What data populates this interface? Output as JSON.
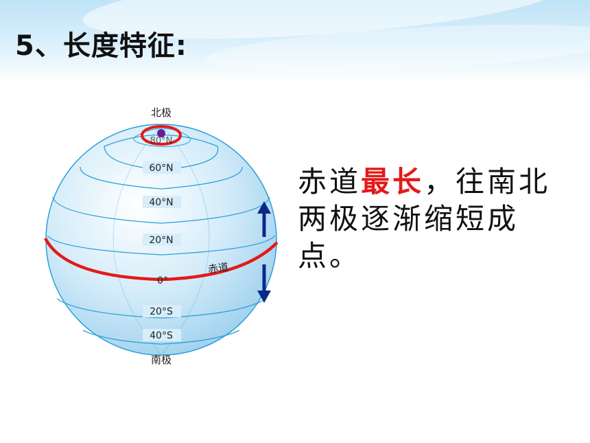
{
  "header": {
    "title": "5、长度特征:"
  },
  "globe": {
    "north_pole_label": "北极",
    "south_pole_label": "南极",
    "equator_label": "赤道",
    "latitudes": {
      "lat_80n": "80°N",
      "lat_60n": "60°N",
      "lat_40n": "40°N",
      "lat_20n": "20°N",
      "lat_0": "0°",
      "lat_20s": "20°S",
      "lat_40s": "40°S"
    },
    "colors": {
      "sphere": "#cfe9f8",
      "lines": "#2a9fd8",
      "highlight": "#e31a1a",
      "arrow": "#0a2a8a",
      "pole_dot": "#6a1b9a"
    }
  },
  "description": {
    "prefix": "赤道",
    "highlight": "最长",
    "suffix": "，往南北两极逐渐缩短成点。"
  }
}
